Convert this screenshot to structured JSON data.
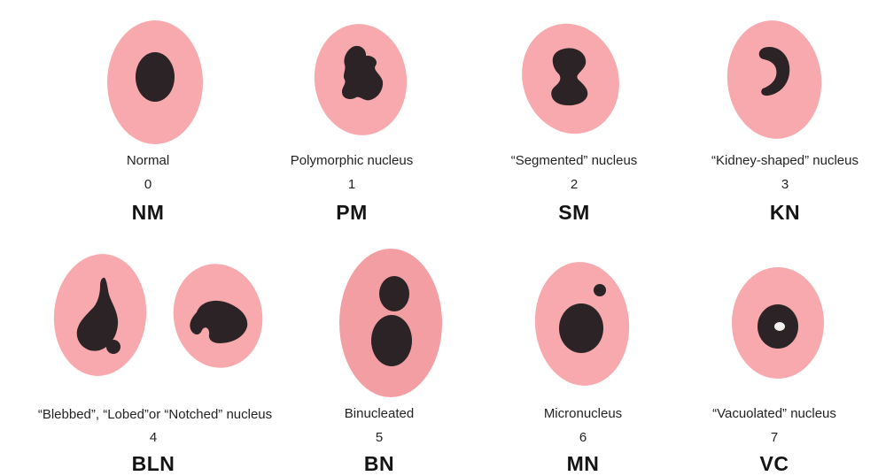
{
  "colors": {
    "cytoplasm": "#f7a9ad",
    "cytoplasm_dark": "#f29ea3",
    "nucleus": "#2b2325",
    "vacuole": "#f3f1ee",
    "text": "#222222"
  },
  "cells": [
    {
      "description": "Normal",
      "number": "0",
      "code": "NM",
      "icon": "round-nucleus-cell"
    },
    {
      "description": "Polymorphic nucleus",
      "number": "1",
      "code": "PM",
      "icon": "irregular-nucleus-cell"
    },
    {
      "description": "“Segmented”  nucleus",
      "number": "2",
      "code": "SM",
      "icon": "segmented-nucleus-cell"
    },
    {
      "description": "“Kidney-shaped” nucleus",
      "number": "3",
      "code": "KN",
      "icon": "kidney-nucleus-cell"
    },
    {
      "description": "“Blebbed”, “Lobed”or “Notched” nucleus",
      "number": "4",
      "code": "BLN",
      "icon": "blebbed-lobed-notched-nucleus-cells"
    },
    {
      "description": "Binucleated",
      "number": "5",
      "code": "BN",
      "icon": "two-nuclei-cell"
    },
    {
      "description": "Micronucleus",
      "number": "6",
      "code": "MN",
      "icon": "micronucleus-cell"
    },
    {
      "description": "“Vacuolated” nucleus",
      "number": "7",
      "code": "VC",
      "icon": "vacuolated-nucleus-cell"
    }
  ]
}
